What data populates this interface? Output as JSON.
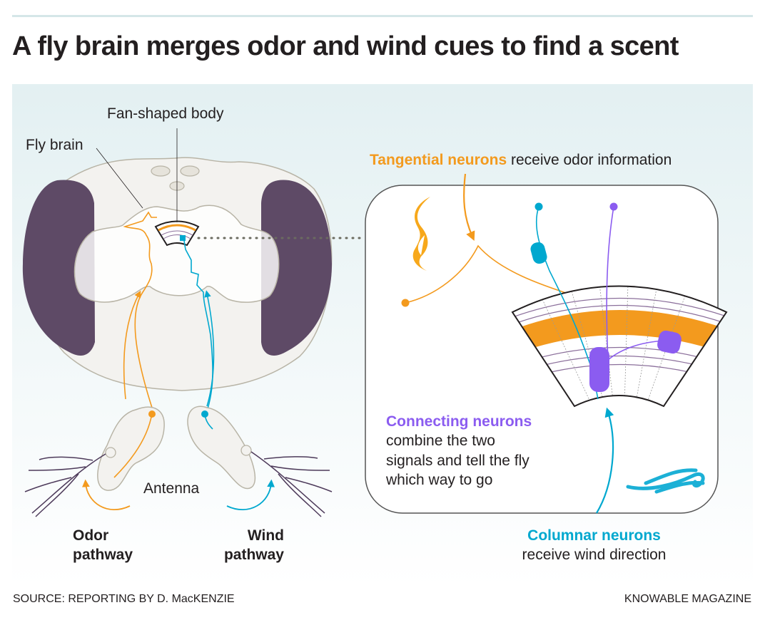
{
  "title": "A fly brain merges odor and wind cues to find a scent",
  "colors": {
    "odor": "#f39a1e",
    "wind": "#00a8cf",
    "connecting": "#8b5cf0",
    "eye": "#5e4a66",
    "brain_fill": "#f3f2ef",
    "brain_stroke": "#b8b4a6"
  },
  "labels": {
    "fan_shaped_body": "Fan-shaped body",
    "fly_brain": "Fly brain",
    "antenna": "Antenna",
    "odor_pathway_line1": "Odor",
    "odor_pathway_line2": "pathway",
    "wind_pathway_line1": "Wind",
    "wind_pathway_line2": "pathway"
  },
  "callouts": {
    "tangential": {
      "highlight": "Tangential neurons",
      "rest": " receive odor information"
    },
    "connecting": {
      "highlight": "Connecting neurons",
      "line1": "combine the two",
      "line2": "signals and tell the fly",
      "line3": "which way to go"
    },
    "columnar": {
      "highlight": "Columnar neurons",
      "rest": "receive wind direction"
    }
  },
  "icons": {
    "odor": "odor-wave-icon",
    "wind": "wind-gust-icon"
  },
  "footer": {
    "source": "SOURCE: REPORTING BY D. MacKENZIE",
    "credit": "KNOWABLE MAGAZINE"
  }
}
